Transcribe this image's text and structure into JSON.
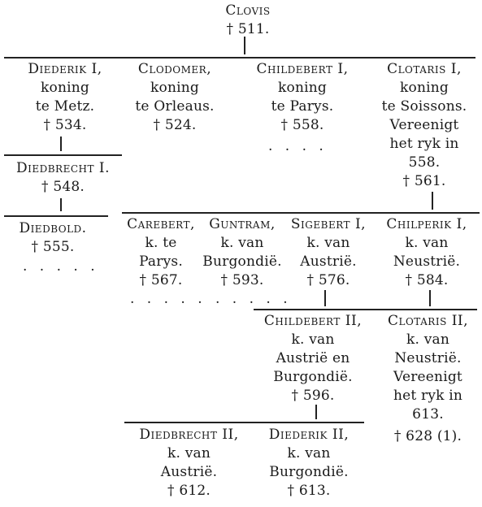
{
  "tree": {
    "clovis": {
      "name": "Clovis",
      "lines": [
        "† 511."
      ]
    },
    "diederik1": {
      "name": "Diederik I,",
      "lines": [
        "koning",
        "te Metz.",
        "† 534."
      ]
    },
    "clodomer": {
      "name": "Clodomer,",
      "lines": [
        "koning",
        "te Orleaus.",
        "† 524."
      ]
    },
    "childebert1": {
      "name": "Childebert I,",
      "lines": [
        "koning",
        "te Parys.",
        "† 558."
      ],
      "dots": ". . . ."
    },
    "clotaris1": {
      "name": "Clotaris I,",
      "lines": [
        "koning",
        "te Soissons.",
        "Vereenigt",
        "het ryk in",
        "558.",
        "† 561."
      ]
    },
    "diedbrecht1": {
      "name": "Diedbrecht I.",
      "lines": [
        "† 548."
      ]
    },
    "diedbold": {
      "name": "Diedbold.",
      "lines": [
        "† 555."
      ],
      "dots": ". . . . ."
    },
    "carebert": {
      "name": "Carebert,",
      "lines": [
        "k. te",
        "Parys.",
        "† 567."
      ],
      "dots": ". . . . ."
    },
    "guntram": {
      "name": "Guntram,",
      "lines": [
        "k. van",
        "Burgondië.",
        "† 593."
      ],
      "dots": ". . . . ."
    },
    "sigebert1": {
      "name": "Sigebert I,",
      "lines": [
        "k. van",
        "Austrië.",
        "† 576."
      ]
    },
    "chilperik1": {
      "name": "Chilperik I,",
      "lines": [
        "k. van",
        "Neustrië.",
        "† 584."
      ]
    },
    "childebert2": {
      "name": "Childebert II,",
      "lines": [
        "k. van",
        "Austrië en",
        "Burgondië.",
        "† 596."
      ]
    },
    "clotaris2": {
      "name": "Clotaris II,",
      "lines": [
        "k. van",
        "Neustrië.",
        "Vereenigt",
        "het ryk in",
        "613.",
        "† 628 (1)."
      ]
    },
    "diedbrecht2": {
      "name": "Diedbrecht II,",
      "lines": [
        "k. van",
        "Austrië.",
        "† 612."
      ]
    },
    "diederik2": {
      "name": "Diederik II,",
      "lines": [
        "k. van",
        "Burgondië.",
        "† 613."
      ]
    }
  }
}
